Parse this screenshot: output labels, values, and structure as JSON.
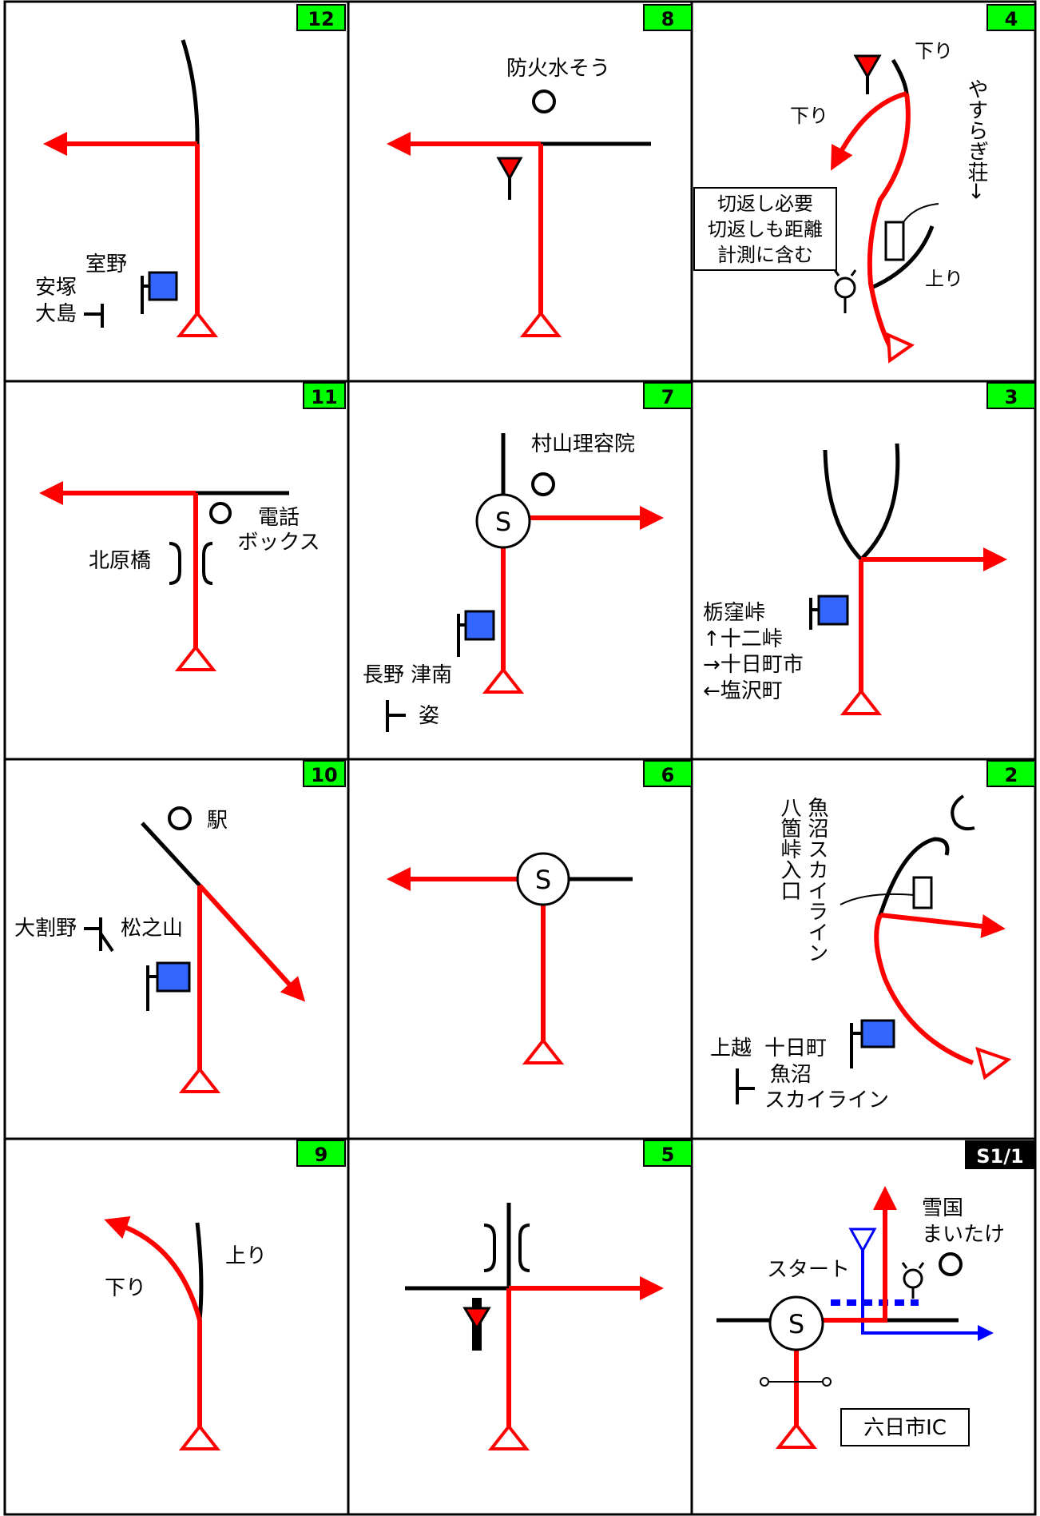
{
  "colors": {
    "route": "#ff0000",
    "road": "#000000",
    "badge": "#00ff00",
    "badge_start": "#000000",
    "building": "#3366ff",
    "alt_route": "#0000ff"
  },
  "cells": [
    {
      "id": "12",
      "badge": "12",
      "labels": {
        "l1": "室野",
        "l2": "安塚",
        "l3": "大島"
      }
    },
    {
      "id": "8",
      "badge": "8",
      "labels": {
        "l1": "防火水そう"
      }
    },
    {
      "id": "4",
      "badge": "4",
      "labels": {
        "l1": "下り",
        "l2": "下り",
        "l3": "やすらぎ荘→",
        "l4": "上り",
        "note1": "切返し必要",
        "note2": "切返しも距離",
        "note3": "計測に含む"
      }
    },
    {
      "id": "11",
      "badge": "11",
      "labels": {
        "l1": "電話",
        "l2": "ボックス",
        "l3": "北原橋"
      }
    },
    {
      "id": "7",
      "badge": "7",
      "labels": {
        "l1": "村山理容院",
        "l2": "長野 津南",
        "l3": "姿",
        "s": "S"
      }
    },
    {
      "id": "3",
      "badge": "3",
      "labels": {
        "l1": "栃窪峠",
        "l2": "↑十二峠",
        "l3": "→十日町市",
        "l4": "←塩沢町"
      }
    },
    {
      "id": "10",
      "badge": "10",
      "labels": {
        "l1": "駅",
        "l2": "大割野",
        "l3": "松之山"
      }
    },
    {
      "id": "6",
      "badge": "6",
      "labels": {
        "s": "S"
      }
    },
    {
      "id": "2",
      "badge": "2",
      "labels": {
        "l1": "八箇峠入口",
        "l2": "魚沼スカイライン",
        "l3": "上越",
        "l4": "十日町",
        "l5": "魚沼",
        "l6": "スカイライン"
      }
    },
    {
      "id": "9",
      "badge": "9",
      "labels": {
        "l1": "下り",
        "l2": "上り"
      }
    },
    {
      "id": "5",
      "badge": "5",
      "labels": {}
    },
    {
      "id": "s1",
      "badge": "S1/1",
      "labels": {
        "l1": "雪国",
        "l2": "まいたけ",
        "l3": "スタート",
        "l4": "六日市IC",
        "s": "S"
      }
    }
  ]
}
